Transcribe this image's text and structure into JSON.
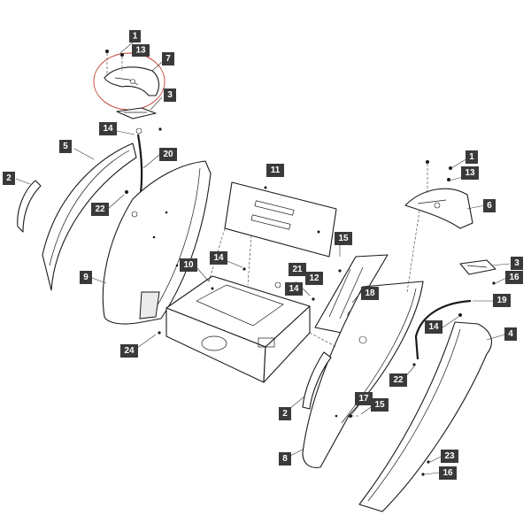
{
  "callouts": {
    "c1a": "1",
    "c13a": "13",
    "c7": "7",
    "c3a": "3",
    "c14a": "14",
    "c5": "5",
    "c20": "20",
    "c2a": "2",
    "c22a": "22",
    "c9": "9",
    "c11": "11",
    "c15a": "15",
    "c14b": "14",
    "c21": "21",
    "c12": "12",
    "c10": "10",
    "c14c": "14",
    "c18": "18",
    "c24": "24",
    "c1b": "1",
    "c13b": "13",
    "c6": "6",
    "c3b": "3",
    "c16a": "16",
    "c19": "19",
    "c14d": "14",
    "c4": "4",
    "c22b": "22",
    "c2b": "2",
    "c17": "17",
    "c15b": "15",
    "c8": "8",
    "c23": "23",
    "c16b": "16"
  },
  "colors": {
    "callout_bg": "#3a3a3a",
    "callout_text": "#ffffff",
    "highlight_circle": "#c0392b",
    "line": "#1a1a1a"
  }
}
